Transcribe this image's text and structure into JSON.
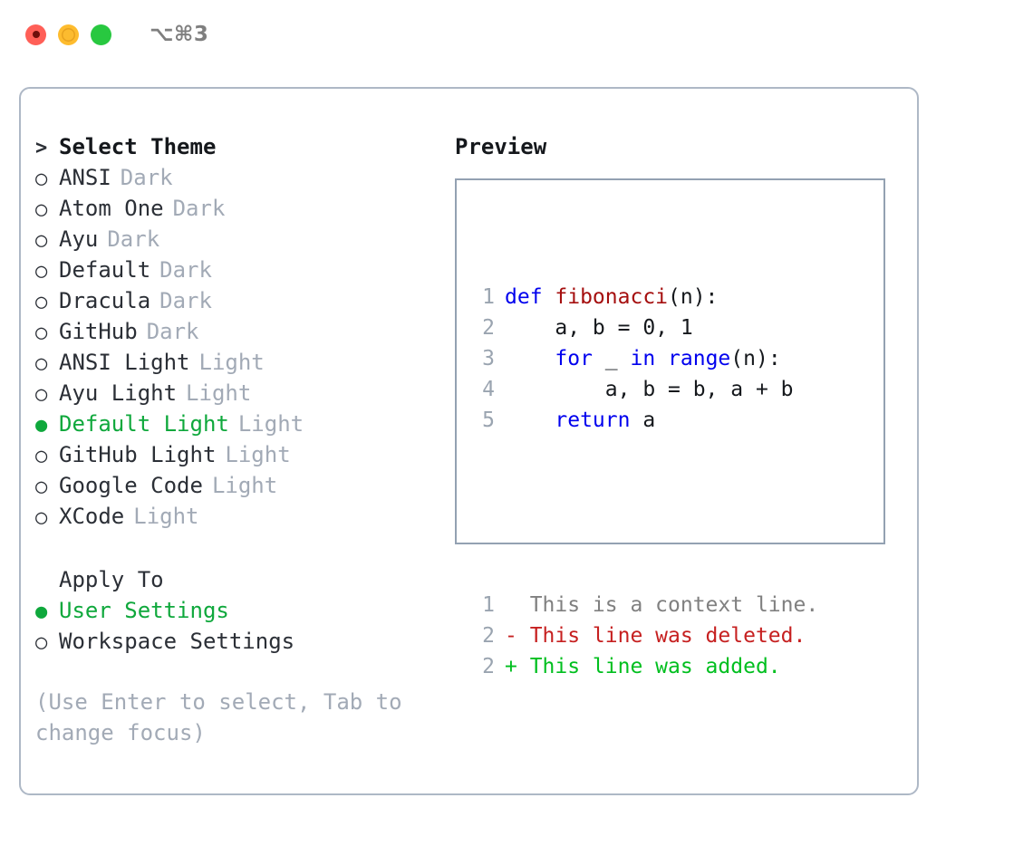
{
  "titlebar": {
    "shortcut": "⌥⌘3",
    "buttons": [
      {
        "name": "close",
        "color": "#ff5f57"
      },
      {
        "name": "minimize",
        "color": "#febc2e"
      },
      {
        "name": "maximize",
        "color": "#28c840"
      }
    ]
  },
  "theme_picker": {
    "header": "> Select Theme",
    "header_prompt": ">",
    "header_text": "Select Theme",
    "selected_bullet": "●",
    "unselected_bullet": "○",
    "items": [
      {
        "name": "ANSI",
        "badge": "Dark",
        "selected": false
      },
      {
        "name": "Atom One",
        "badge": "Dark",
        "selected": false
      },
      {
        "name": "Ayu",
        "badge": "Dark",
        "selected": false
      },
      {
        "name": "Default",
        "badge": "Dark",
        "selected": false
      },
      {
        "name": "Dracula",
        "badge": "Dark",
        "selected": false
      },
      {
        "name": "GitHub",
        "badge": "Dark",
        "selected": false
      },
      {
        "name": "ANSI Light",
        "badge": "Light",
        "selected": false
      },
      {
        "name": "Ayu Light",
        "badge": "Light",
        "selected": false
      },
      {
        "name": "Default Light",
        "badge": "Light",
        "selected": true
      },
      {
        "name": "GitHub Light",
        "badge": "Light",
        "selected": false
      },
      {
        "name": "Google Code",
        "badge": "Light",
        "selected": false
      },
      {
        "name": "XCode",
        "badge": "Light",
        "selected": false
      }
    ]
  },
  "apply_to": {
    "title": "Apply To",
    "items": [
      {
        "name": "User Settings",
        "selected": true
      },
      {
        "name": "Workspace Settings",
        "selected": false
      }
    ]
  },
  "hint": {
    "line1": "(Use Enter to select, Tab to",
    "line2": "change focus)"
  },
  "preview": {
    "title": "Preview",
    "code_lines": [
      {
        "no": "1",
        "tokens": [
          {
            "t": "def ",
            "c": "kw"
          },
          {
            "t": "fibonacci",
            "c": "fn"
          },
          {
            "t": "(n):",
            "c": "pln"
          }
        ]
      },
      {
        "no": "2",
        "tokens": [
          {
            "t": "    a, b = 0, 1",
            "c": "pln"
          }
        ]
      },
      {
        "no": "3",
        "tokens": [
          {
            "t": "    ",
            "c": "pln"
          },
          {
            "t": "for",
            "c": "kw"
          },
          {
            "t": " _ ",
            "c": "pln"
          },
          {
            "t": "in",
            "c": "kw"
          },
          {
            "t": " ",
            "c": "pln"
          },
          {
            "t": "range",
            "c": "kw"
          },
          {
            "t": "(n):",
            "c": "pln"
          }
        ]
      },
      {
        "no": "4",
        "tokens": [
          {
            "t": "        a, b = b, a + b",
            "c": "pln"
          }
        ]
      },
      {
        "no": "5",
        "tokens": [
          {
            "t": "    ",
            "c": "pln"
          },
          {
            "t": "return",
            "c": "kw"
          },
          {
            "t": " a",
            "c": "pln"
          }
        ]
      }
    ],
    "diff_lines": [
      {
        "no": "1",
        "marker": "  ",
        "text": "This is a context line.",
        "kind": "ctx"
      },
      {
        "no": "2",
        "marker": "- ",
        "text": "This line was deleted.",
        "kind": "del"
      },
      {
        "no": "2",
        "marker": "+ ",
        "text": "This line was added.",
        "kind": "add"
      }
    ]
  },
  "colors": {
    "accent_green": "#0fa83c",
    "diff_add": "#00bf1f",
    "diff_del": "#c62020",
    "keyword_blue": "#0000ee",
    "function_red": "#a50f0f",
    "muted_gray": "#a2aab6",
    "border": "#aeb8c6"
  }
}
